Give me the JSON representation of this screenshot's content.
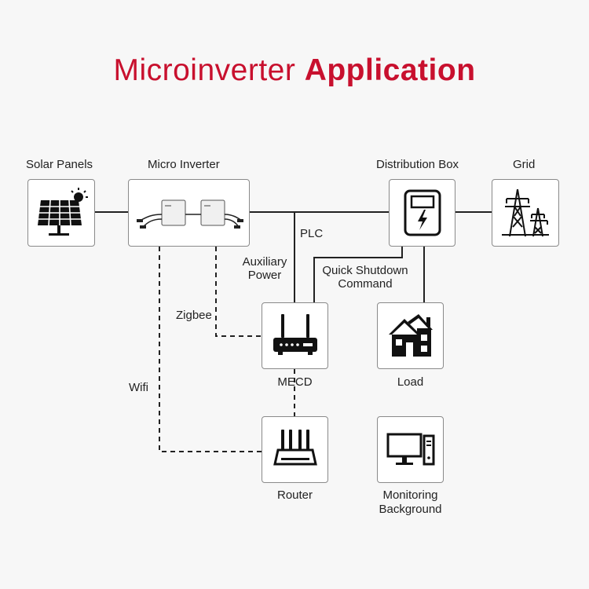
{
  "title": {
    "regular": "Microinverter",
    "bold": "Application",
    "color": "#c8102e"
  },
  "nodes": {
    "solar_panels": {
      "label": "Solar Panels",
      "icon": "solar-panel-icon"
    },
    "micro_inverter": {
      "label": "Micro Inverter",
      "icon": "microinverter-device-icon"
    },
    "distribution_box": {
      "label": "Distribution Box",
      "icon": "electric-meter-icon"
    },
    "grid": {
      "label": "Grid",
      "icon": "power-pylon-icon"
    },
    "mecd": {
      "label": "MECD",
      "icon": "gateway-router-icon"
    },
    "load": {
      "label": "Load",
      "icon": "house-icon"
    },
    "router": {
      "label": "Router",
      "icon": "wifi-router-icon"
    },
    "monitoring": {
      "label_line1": "Monitoring",
      "label_line2": "Background",
      "icon": "computer-icon"
    }
  },
  "connections": {
    "plc": "PLC",
    "auxiliary_power_line1": "Auxiliary",
    "auxiliary_power_line2": "Power",
    "quick_shutdown_line1": "Quick Shutdown",
    "quick_shutdown_line2": "Command",
    "zigbee": "Zigbee",
    "wifi": "Wifi"
  }
}
